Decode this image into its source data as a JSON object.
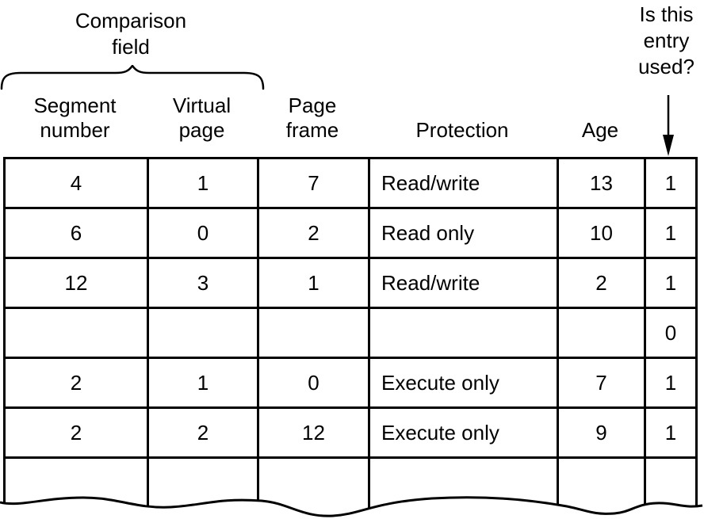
{
  "colors": {
    "ink": "#000000",
    "paper": "#ffffff"
  },
  "annotations": {
    "comparison_field": "Comparison\nfield",
    "used_question": "Is this\nentry\nused?"
  },
  "table": {
    "column_headers": [
      "Segment\nnumber",
      "Virtual\npage",
      "Page\nframe",
      "Protection",
      "Age"
    ],
    "rows": [
      [
        "4",
        "1",
        "7",
        "Read/write",
        "13",
        "1"
      ],
      [
        "6",
        "0",
        "2",
        "Read only",
        "10",
        "1"
      ],
      [
        "12",
        "3",
        "1",
        "Read/write",
        "2",
        "1"
      ],
      [
        "",
        "",
        "",
        "",
        "",
        "0"
      ],
      [
        "2",
        "1",
        "0",
        "Execute only",
        "7",
        "1"
      ],
      [
        "2",
        "2",
        "12",
        "Execute only",
        "9",
        "1"
      ],
      [
        "",
        "",
        "",
        "",
        "",
        ""
      ]
    ]
  }
}
